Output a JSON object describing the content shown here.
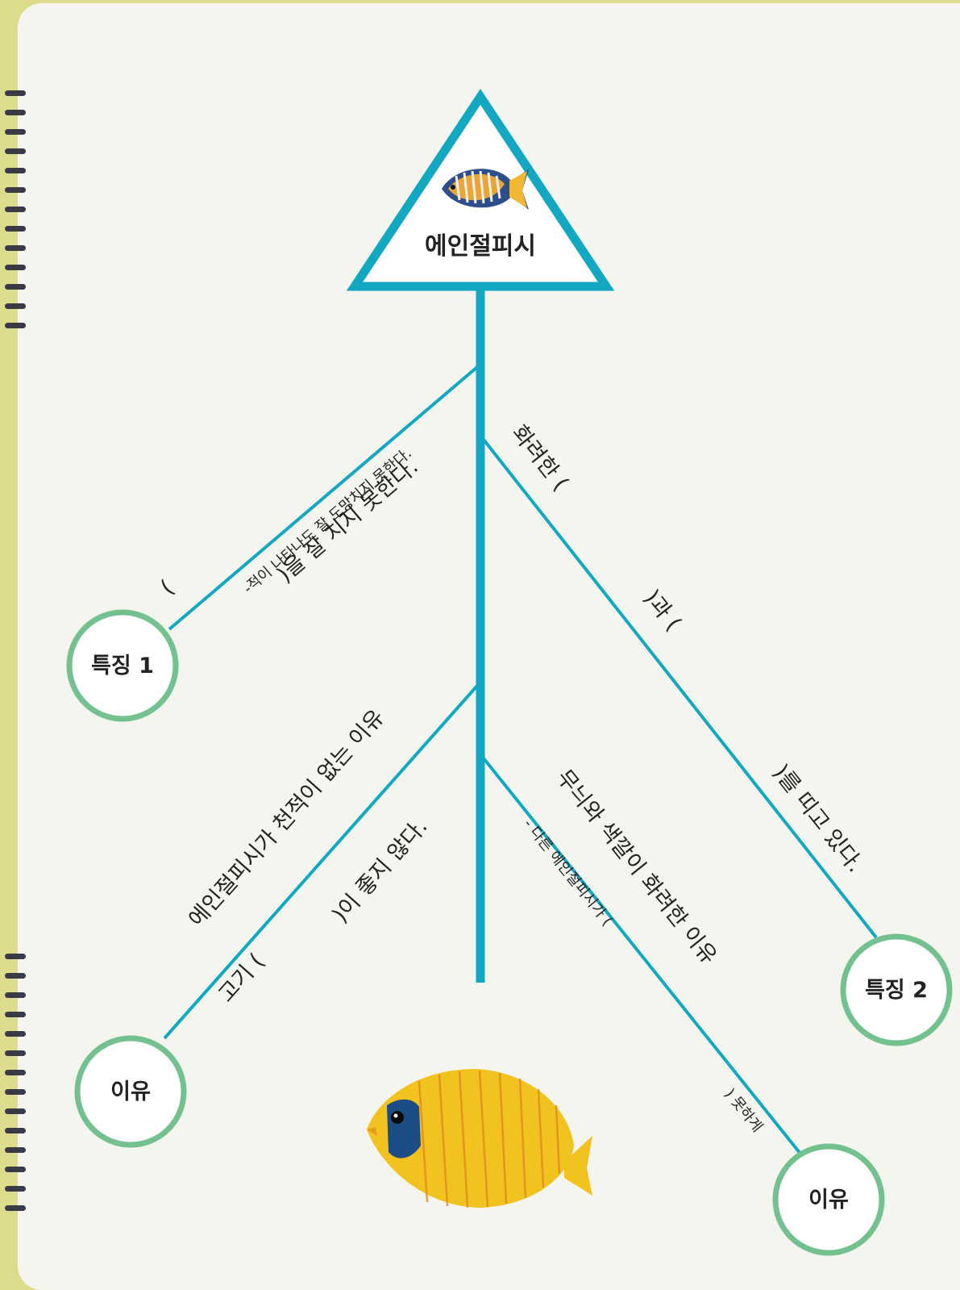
{
  "diagram": {
    "top_node": "에인절피시",
    "feature1": {
      "node": "특징 1",
      "open_paren": "(",
      "text": ")을 잘 치지 못한다.",
      "hint": "-적이 나타나도 잘 도망치지 못한다."
    },
    "feature2": {
      "node": "특징 2",
      "text1": "화려한 (",
      "text2": ")과 (",
      "text3": ")를 띠고 있다."
    },
    "reason1": {
      "node": "이유",
      "title": "에인절피시가 천적이 없는 이유",
      "text1": "고기 (",
      "text2": ")이 좋지 않다."
    },
    "reason2": {
      "node": "이유",
      "title": "무늬와 색깔이 화려한 이유",
      "hint1": "- 다른 에인절피시가 (",
      "hint2": ") 못하게"
    }
  },
  "colors": {
    "background": "#dcdc8c",
    "sheet": "#f4f5ee",
    "trunk": "#13a8c1",
    "circle_border": "#74c190",
    "binding": "#3a3a46"
  },
  "icons": [
    "angelfish-image",
    "yellow-butterflyfish-image"
  ]
}
